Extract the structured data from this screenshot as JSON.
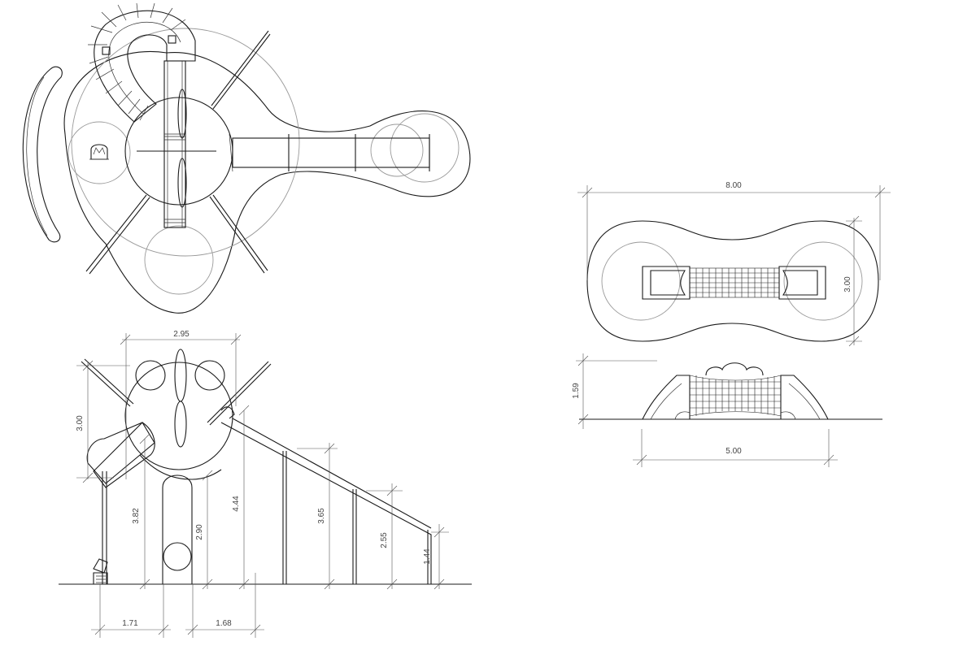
{
  "drawing": {
    "views": {
      "plan_main": {},
      "elevation_main": {
        "dims": {
          "width_top": "2.95",
          "height_left": "3.00",
          "h_382": "3.82",
          "h_290": "2.90",
          "h_444": "4.44",
          "h_365": "3.65",
          "h_255": "2.55",
          "h_144": "1.44",
          "w_171": "1.71",
          "w_168": "1.68"
        }
      },
      "plan_small": {
        "dims": {
          "length": "8.00",
          "width": "3.00"
        }
      },
      "elevation_small": {
        "dims": {
          "height": "1.59",
          "length": "5.00"
        }
      }
    }
  }
}
